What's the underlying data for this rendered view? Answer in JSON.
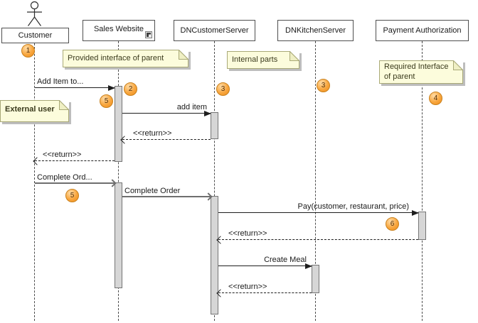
{
  "lifelines": [
    {
      "label": "Customer",
      "kind": "actor"
    },
    {
      "label": "Sales Website",
      "kind": "object"
    },
    {
      "label": "DNCustomerServer",
      "kind": "object"
    },
    {
      "label": "DNKitchenServer",
      "kind": "object"
    },
    {
      "label": "Payment Authorization",
      "kind": "object"
    }
  ],
  "notes": [
    {
      "text": "Provided interface of parent"
    },
    {
      "text": "Internal parts"
    },
    {
      "text": "Required Interface of parent"
    },
    {
      "text": "External user"
    }
  ],
  "messages": [
    {
      "label": "Add Item to...",
      "type": "sync",
      "from": "Customer",
      "to": "Sales Website"
    },
    {
      "label": "add item",
      "type": "sync",
      "from": "Sales Website",
      "to": "DNCustomerServer"
    },
    {
      "label": "<<return>>",
      "type": "return",
      "from": "DNCustomerServer",
      "to": "Sales Website"
    },
    {
      "label": "<<return>>",
      "type": "return",
      "from": "Sales Website",
      "to": "Customer"
    },
    {
      "label": "Complete Ord...",
      "type": "async",
      "from": "Customer",
      "to": "Sales Website"
    },
    {
      "label": "Complete Order",
      "type": "async",
      "from": "Sales Website",
      "to": "DNCustomerServer"
    },
    {
      "label": "Pay(customer, restaurant, price)",
      "type": "sync",
      "from": "DNCustomerServer",
      "to": "Payment Authorization"
    },
    {
      "label": "<<return>>",
      "type": "return",
      "from": "Payment Authorization",
      "to": "DNCustomerServer"
    },
    {
      "label": "Create Meal",
      "type": "sync",
      "from": "DNCustomerServer",
      "to": "DNKitchenServer"
    },
    {
      "label": "<<return>>",
      "type": "return",
      "from": "DNKitchenServer",
      "to": "DNCustomerServer"
    }
  ],
  "badges": [
    {
      "number": "1"
    },
    {
      "number": "2"
    },
    {
      "number": "3"
    },
    {
      "number": "3"
    },
    {
      "number": "4"
    },
    {
      "number": "5"
    },
    {
      "number": "5"
    },
    {
      "number": "6"
    }
  ],
  "colors": {
    "note_fill": "#fcfcdc",
    "note_border": "#a9a977",
    "badge_fill": "#f8a63e",
    "badge_border": "#c9811d",
    "activation_fill": "#d6d6d6",
    "sync_line": "#1e1e1e",
    "async_line": "#6e6e6e"
  }
}
